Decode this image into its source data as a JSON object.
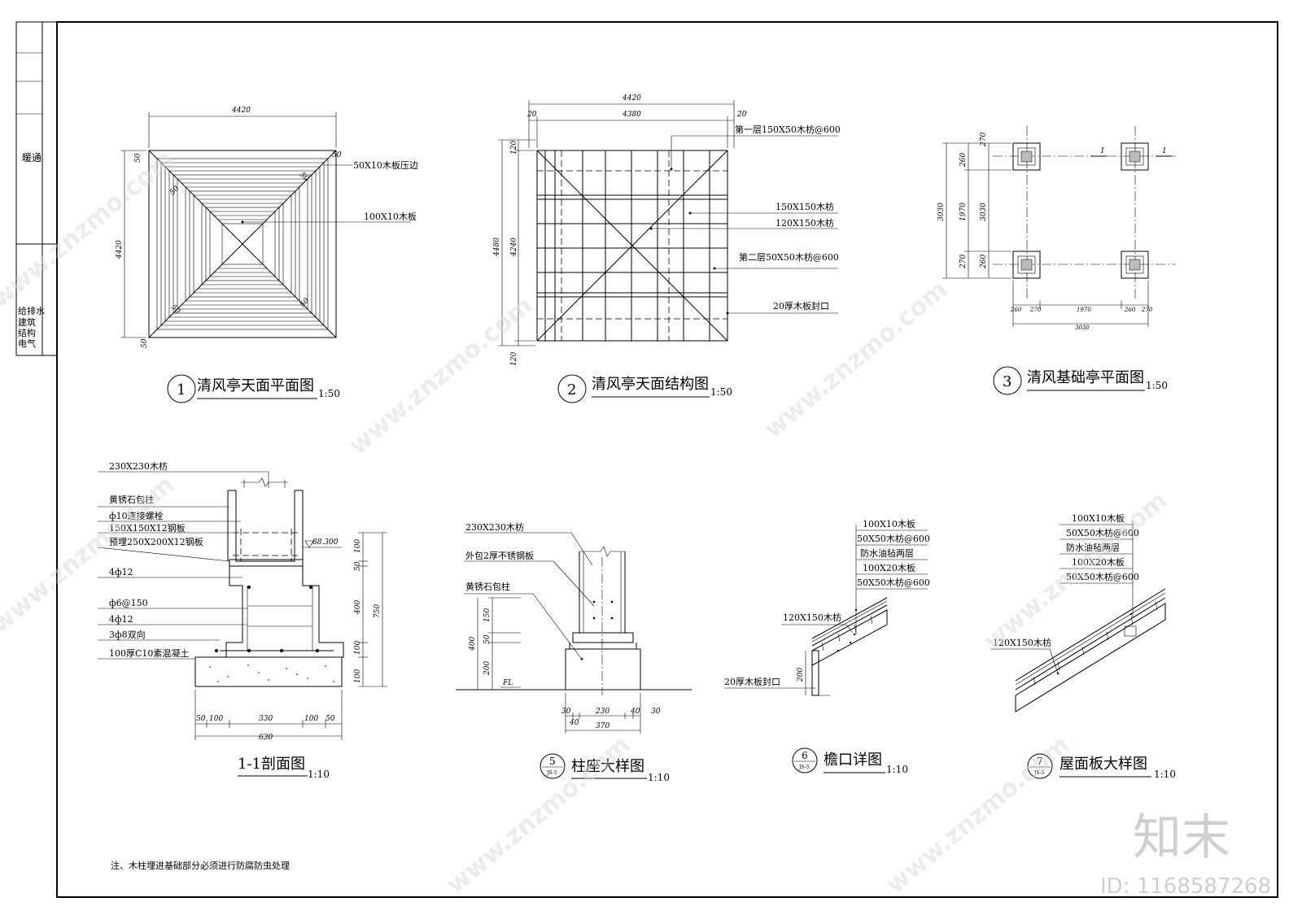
{
  "title_block": {
    "disciplines": [
      "暖",
      "通",
      "建",
      "筑",
      "结",
      "构",
      "电",
      "气",
      "给",
      "排",
      "水"
    ]
  },
  "drawings": {
    "d1": {
      "number": "1",
      "title": "清风亭天面平面图",
      "scale": "1:50",
      "dims": {
        "top": "4420",
        "left": "4420",
        "c50": "50"
      },
      "labels": [
        "50X10木板压边",
        "100X10木板"
      ]
    },
    "d2": {
      "number": "2",
      "title": "清风亭天面结构图",
      "scale": "1:50",
      "dims": {
        "top_outer": "4420",
        "top_inner": "4380",
        "edge": "20",
        "left_outer": "4480",
        "left_inner": "4240",
        "v120": "120"
      },
      "labels": [
        "第一层150X50木枋@600",
        "150X150木枋",
        "120X150木枋",
        "第二层50X50木枋@600",
        "20厚木板封口"
      ]
    },
    "d3": {
      "number": "3",
      "title": "清风基础亭平面图",
      "scale": "1:50",
      "dims": {
        "v3030": "3030",
        "v1970": "1970",
        "v260": "260",
        "v270": "270",
        "b260": "260",
        "b270": "270",
        "b1970": "1970",
        "b3030": "3030",
        "sec": "1"
      }
    },
    "d4": {
      "title": "1-1剖面图",
      "scale": "1:10",
      "labels": [
        "230X230木枋",
        "黄锈石包柱",
        "ф10连接螺栓",
        "150X150X12钢板",
        "预埋250X200X12钢板",
        "4ф12",
        "ф6@150",
        "4ф12",
        "3ф8双向",
        "100厚C10素混凝土"
      ],
      "elev": "88.300",
      "dims": {
        "v50": "50",
        "v100": "100",
        "v400": "400",
        "v750": "750",
        "b50": "50",
        "b100": "100",
        "b330": "330",
        "b630": "630"
      }
    },
    "d5": {
      "number": "5",
      "sub": "JS-5",
      "title": "柱座大样图",
      "scale": "1:10",
      "labels": [
        "230X230木枋",
        "外包2厚不锈钢板",
        "黄锈石包柱"
      ],
      "fl": "FL",
      "dims": {
        "v150": "150",
        "v50": "50",
        "v200": "200",
        "v400": "400",
        "b30": "30",
        "b230": "230",
        "b40": "40",
        "b370": "370"
      }
    },
    "d6": {
      "number": "6",
      "sub": "JS-5",
      "title": "檐口详图",
      "scale": "1:10",
      "layers": [
        "100X10木板",
        "50X50木枋@600",
        "防水油毡两层",
        "100X20木板",
        "50X50木枋@600"
      ],
      "labels": [
        "120X150木枋",
        "20厚木板封口"
      ],
      "dims": {
        "v200": "200"
      }
    },
    "d7": {
      "number": "7",
      "sub": "JS-5",
      "title": "屋面板大样图",
      "scale": "1:10",
      "layers": [
        "100X10木板",
        "50X50木枋@600",
        "防水油毡两层",
        "100X20木板",
        "50X50木枋@600"
      ],
      "labels": [
        "120X150木枋"
      ]
    }
  },
  "note": "注、木柱埋进基础部分必须进行防腐防虫处理",
  "watermark": {
    "text": "www.znzmo.com",
    "brand": "知末",
    "id": "ID: 1168587268"
  }
}
